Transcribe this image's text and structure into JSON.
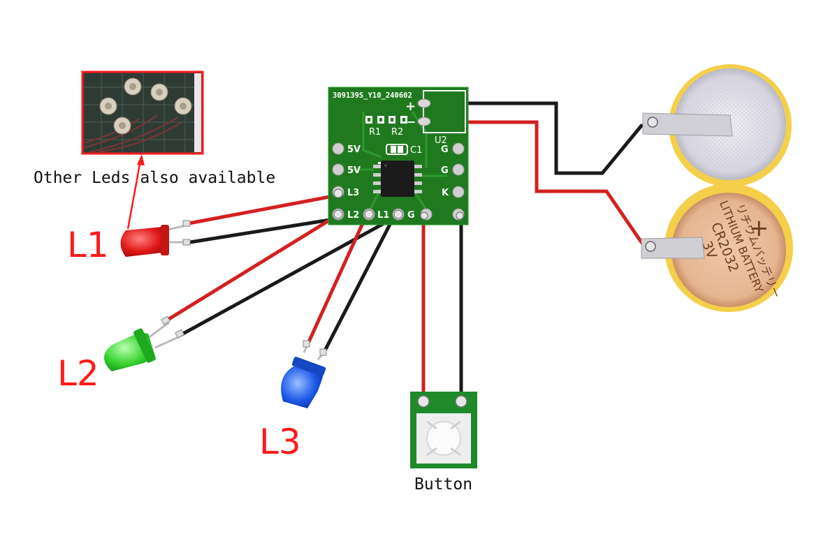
{
  "pcb": {
    "header": "309139S_Y10_240602",
    "plus_sign": "+",
    "minus_sign": "−",
    "resistors": [
      "R1",
      "R2"
    ],
    "capacitor": "C1",
    "chip": "U2",
    "left_pads": [
      "5V",
      "5V",
      "L3"
    ],
    "bottom_pads": [
      "L2",
      "L1",
      "G"
    ],
    "right_pads": [
      "G",
      "G",
      "K"
    ]
  },
  "leds": [
    {
      "label": "L1",
      "color": "#e01818"
    },
    {
      "label": "L2",
      "color": "#22c622"
    },
    {
      "label": "L3",
      "color": "#1a56e0"
    }
  ],
  "button": {
    "label": "Button"
  },
  "inset": {
    "caption": "Other Leds also available"
  },
  "battery": {
    "symbol": "+",
    "line1": "リチウムバッテリー",
    "line2": "LITHIUM BATTERY",
    "model": "CR2032",
    "voltage": "3V"
  },
  "colors": {
    "wire_red": "#d42020",
    "wire_black": "#1a1a1a",
    "pcb": "#1f7a1f",
    "label_red": "#ff1a1a"
  }
}
